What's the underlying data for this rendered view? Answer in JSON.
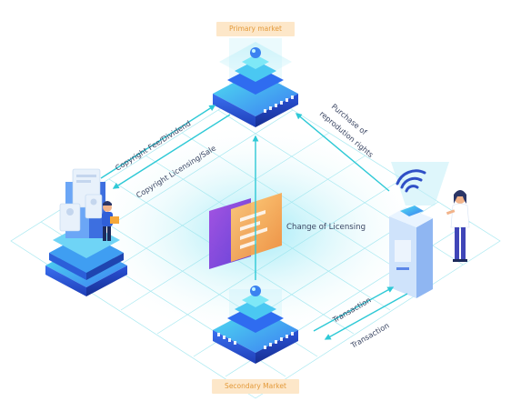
{
  "labels": {
    "primary_market": "Primary market",
    "secondary_market": "Secondary Market",
    "copyright_fee": "Copyright Fee/Dividend",
    "copyright_licensing": "Copyright Licensing/Sale",
    "purchase_line1": "Purchase of",
    "purchase_line2": "reprodution rights",
    "change_licensing": "Change of Licensing",
    "transaction_1": "Transaction",
    "transaction_2": "Transaction"
  },
  "colors": {
    "grid": "#9fe6ef",
    "arrow": "#2ec9d6",
    "tag_bg": "#fde7c9",
    "tag_text": "#e39a3a",
    "server_blue": "#2f6cf0",
    "text": "#3b4663"
  },
  "icons": [
    "server-icon",
    "document-stack-icon",
    "wifi-icon",
    "person-icon",
    "atm-terminal-icon"
  ]
}
